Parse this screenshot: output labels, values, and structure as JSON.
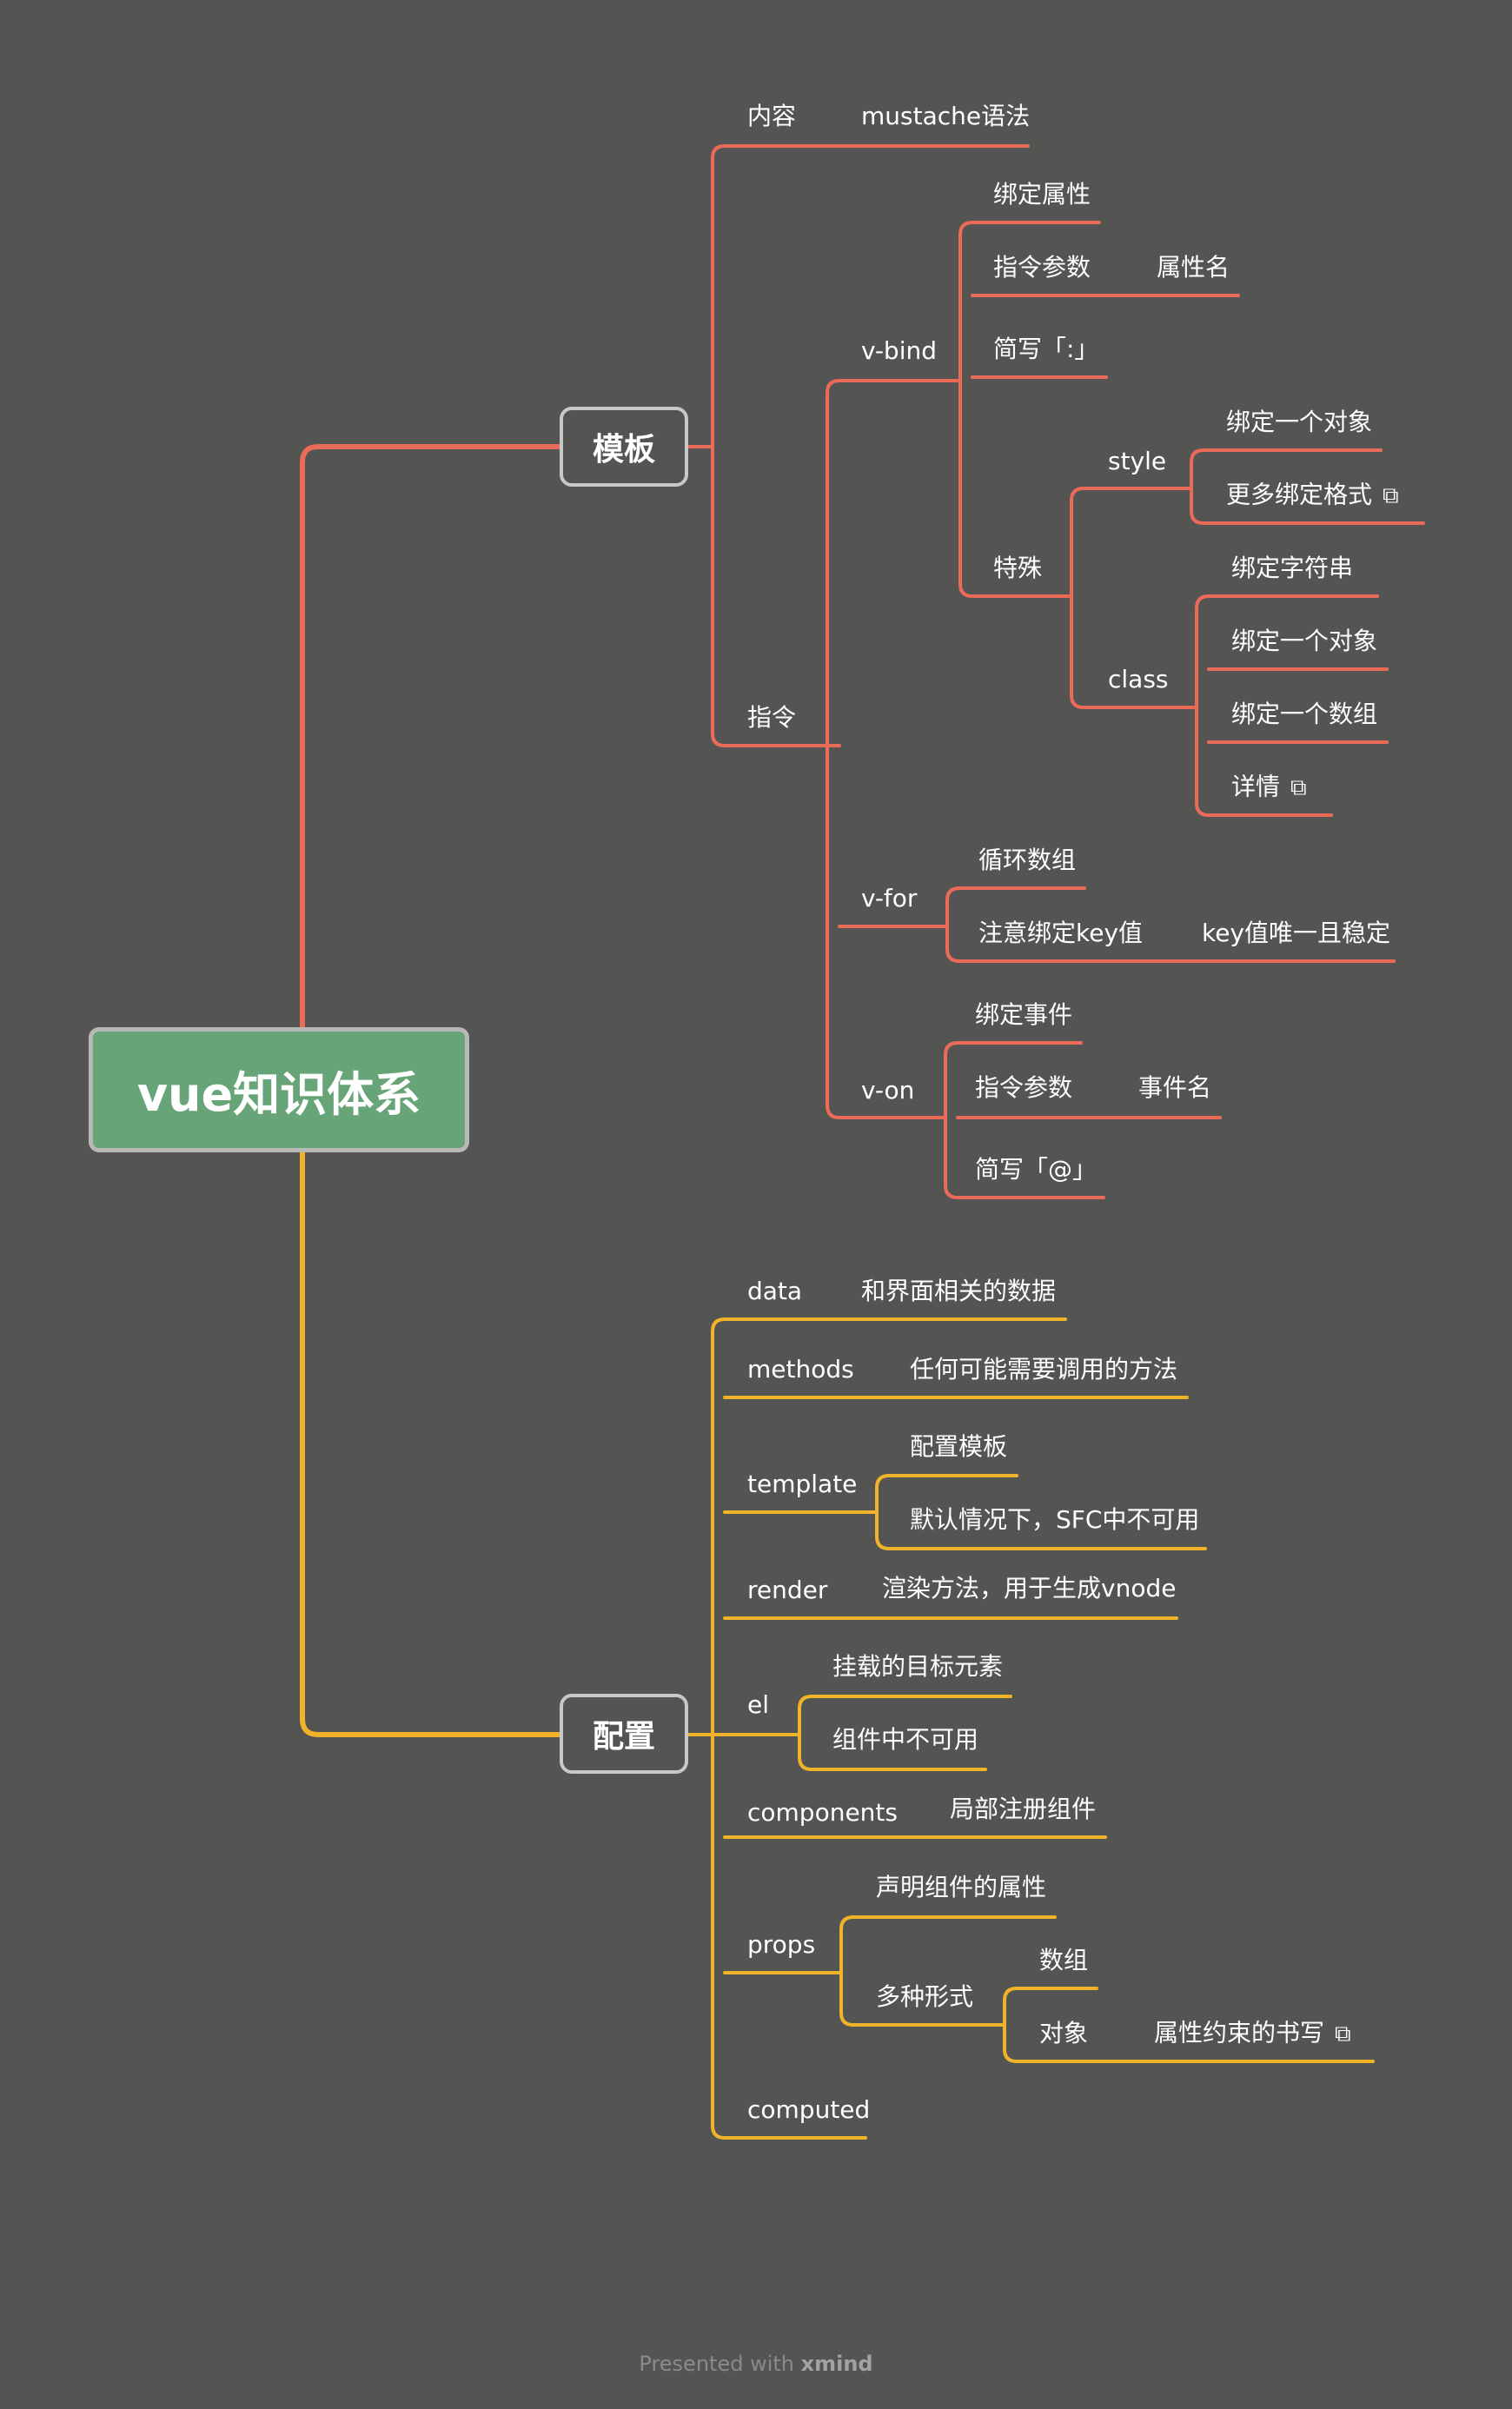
{
  "colors": {
    "background": "#545553",
    "root_fill": "#67a578",
    "branch_template": "#ea6b58",
    "branch_config": "#f1b32a",
    "text": "#ffffff"
  },
  "root": {
    "label": "vue知识体系"
  },
  "branches": [
    {
      "label": "模板",
      "children": [
        {
          "label": "内容",
          "children": [
            {
              "label": "mustache语法"
            }
          ]
        },
        {
          "label": "指令",
          "children": [
            {
              "label": "v-bind",
              "children": [
                {
                  "label": "绑定属性"
                },
                {
                  "label": "指令参数",
                  "children": [
                    {
                      "label": "属性名"
                    }
                  ]
                },
                {
                  "label": "简写「:」"
                },
                {
                  "label": "特殊",
                  "children": [
                    {
                      "label": "style",
                      "children": [
                        {
                          "label": "绑定一个对象"
                        },
                        {
                          "label": "更多绑定格式",
                          "icon": "external-link-icon"
                        }
                      ]
                    },
                    {
                      "label": "class",
                      "children": [
                        {
                          "label": "绑定字符串"
                        },
                        {
                          "label": "绑定一个对象"
                        },
                        {
                          "label": "绑定一个数组"
                        },
                        {
                          "label": "详情",
                          "icon": "external-link-icon"
                        }
                      ]
                    }
                  ]
                }
              ]
            },
            {
              "label": "v-for",
              "children": [
                {
                  "label": "循环数组"
                },
                {
                  "label": "注意绑定key值",
                  "children": [
                    {
                      "label": "key值唯一且稳定"
                    }
                  ]
                }
              ]
            },
            {
              "label": "v-on",
              "children": [
                {
                  "label": "绑定事件"
                },
                {
                  "label": "指令参数",
                  "children": [
                    {
                      "label": "事件名"
                    }
                  ]
                },
                {
                  "label": "简写「@」"
                }
              ]
            }
          ]
        }
      ]
    },
    {
      "label": "配置",
      "children": [
        {
          "label": "data",
          "children": [
            {
              "label": "和界面相关的数据"
            }
          ]
        },
        {
          "label": "methods",
          "children": [
            {
              "label": "任何可能需要调用的方法"
            }
          ]
        },
        {
          "label": "template",
          "children": [
            {
              "label": "配置模板"
            },
            {
              "label": "默认情况下，SFC中不可用"
            }
          ]
        },
        {
          "label": "render",
          "children": [
            {
              "label": "渲染方法，用于生成vnode"
            }
          ]
        },
        {
          "label": "el",
          "children": [
            {
              "label": "挂载的目标元素"
            },
            {
              "label": "组件中不可用"
            }
          ]
        },
        {
          "label": "components",
          "children": [
            {
              "label": "局部注册组件"
            }
          ]
        },
        {
          "label": "props",
          "children": [
            {
              "label": "声明组件的属性"
            },
            {
              "label": "多种形式",
              "children": [
                {
                  "label": "数组"
                },
                {
                  "label": "对象",
                  "children": [
                    {
                      "label": "属性约束的书写",
                      "icon": "external-link-icon"
                    }
                  ]
                }
              ]
            }
          ]
        },
        {
          "label": "computed"
        }
      ]
    }
  ],
  "footer": {
    "prefix": "Presented with",
    "brand": "xmind"
  },
  "icons": {
    "external_link": "⧉"
  }
}
